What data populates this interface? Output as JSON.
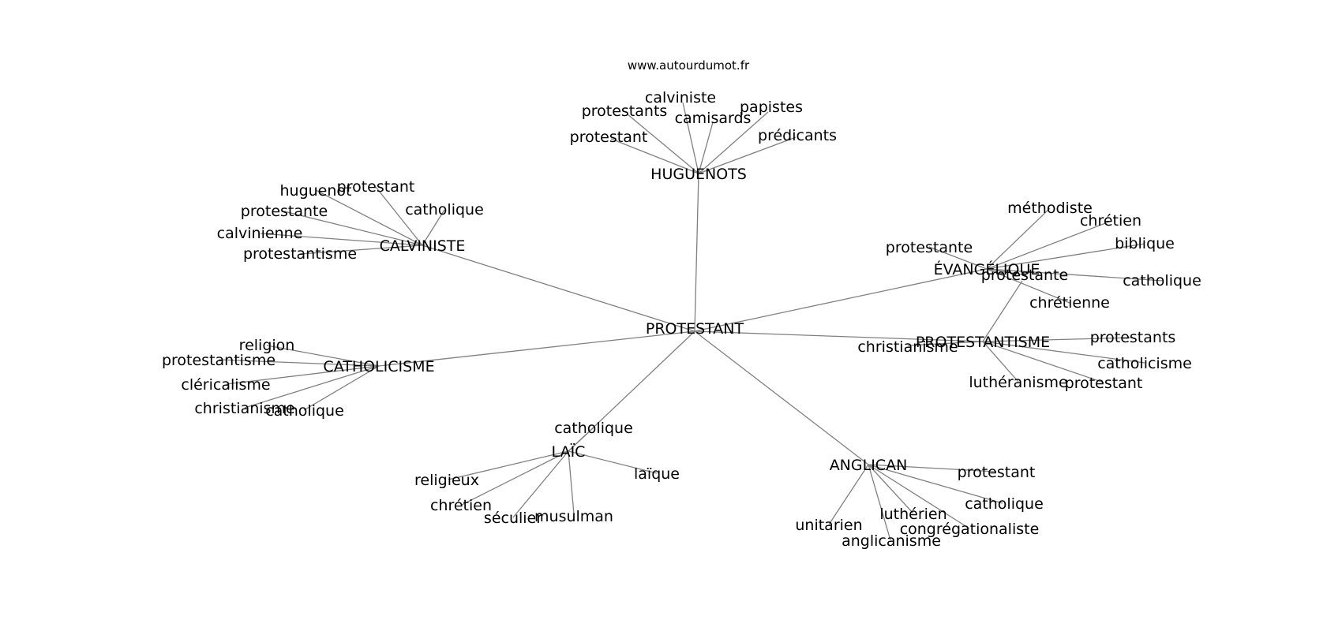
{
  "source": "www.autourdumot.fr",
  "center": "PROTESTANT",
  "clusters": [
    {
      "label": "HUGUENOTS",
      "words": [
        "protestants",
        "calviniste",
        "camisards",
        "papistes",
        "prédicants",
        "protestant"
      ]
    },
    {
      "label": "CALVINISTE",
      "words": [
        "huguenot",
        "protestant",
        "catholique",
        "protestante",
        "calvinienne",
        "protestantisme"
      ]
    },
    {
      "label": "ÉVANGÉLIQUE",
      "words": [
        "méthodiste",
        "chrétien",
        "biblique",
        "protestante",
        "catholique",
        "chrétienne",
        "protestante"
      ]
    },
    {
      "label": "CATHOLICISME",
      "words": [
        "religion",
        "protestantisme",
        "cléricalisme",
        "christianisme",
        "catholique"
      ]
    },
    {
      "label": "PROTESTANTISME",
      "words": [
        "christianisme",
        "protestants",
        "catholicisme",
        "luthéranisme",
        "protestant"
      ]
    },
    {
      "label": "LAÏC",
      "words": [
        "catholique",
        "laïque",
        "religieux",
        "chrétien",
        "séculier",
        "musulman"
      ]
    },
    {
      "label": "ANGLICAN",
      "words": [
        "protestant",
        "catholique",
        "unitarien",
        "luthérien",
        "congrégationaliste",
        "anglicanisme"
      ]
    }
  ]
}
